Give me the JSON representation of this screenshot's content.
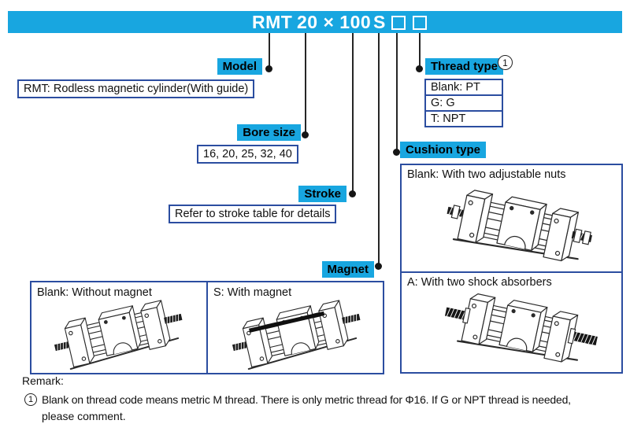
{
  "banner": {
    "code_model": "RMT",
    "code_bore_stroke": "20 × 100",
    "code_magnet": "S"
  },
  "model": {
    "label": "Model",
    "description": "RMT: Rodless magnetic cylinder(With guide)"
  },
  "bore": {
    "label": "Bore size",
    "description": "16, 20, 25, 32, 40"
  },
  "stroke": {
    "label": "Stroke",
    "description": "Refer to stroke table for details"
  },
  "magnet": {
    "label": "Magnet",
    "options": [
      {
        "label": "Blank: Without magnet"
      },
      {
        "label": "S: With magnet"
      }
    ]
  },
  "thread": {
    "label": "Thread type",
    "note_ref": "1",
    "options": [
      "Blank: PT",
      "G: G",
      "T: NPT"
    ]
  },
  "cushion": {
    "label": "Cushion type",
    "options": [
      {
        "label": "Blank: With two adjustable nuts"
      },
      {
        "label": "A: With two shock absorbers"
      }
    ]
  },
  "remark": {
    "title": "Remark:",
    "ref": "1",
    "text": "Blank on thread code means metric M thread. There is only metric thread for Φ16. If G or NPT thread is needed,",
    "text2": "please comment."
  },
  "colors": {
    "accent_cyan": "#18a6e0",
    "border_navy": "#2b4da0",
    "line_black": "#262626"
  }
}
